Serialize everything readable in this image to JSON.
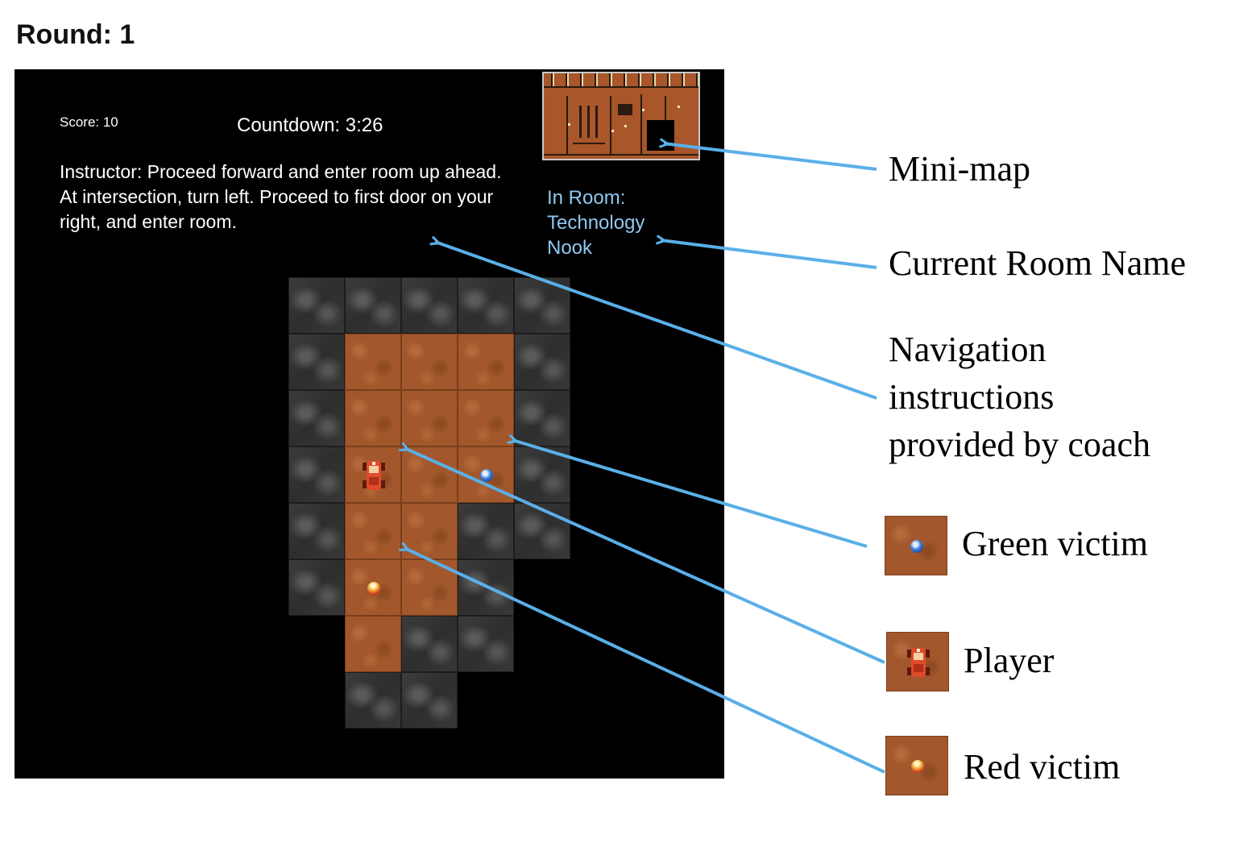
{
  "round_label": "Round: 1",
  "hud": {
    "score": "Score: 10",
    "countdown": "Countdown: 3:26",
    "instructor": "Instructor: Proceed forward and enter room up ahead. At intersection, turn left. Proceed to first door on your right, and enter room.",
    "room_line1": "In Room:",
    "room_line2": "Technology",
    "room_line3": "Nook"
  },
  "annotations": {
    "minimap": "Mini-map",
    "room_name": "Current Room Name",
    "nav_line1": "Navigation",
    "nav_line2": "instructions",
    "nav_line3": "provided by coach",
    "green_victim": "Green victim",
    "player": "Player",
    "red_victim": "Red victim"
  },
  "colors": {
    "arrow": "#5aafe8",
    "room_text": "#8ec9f0",
    "floor": "#a2582c",
    "wall": "#333333"
  },
  "icons": {
    "player": "red-car-icon",
    "green_victim": "blue-orb-icon",
    "red_victim": "red-orb-icon"
  }
}
